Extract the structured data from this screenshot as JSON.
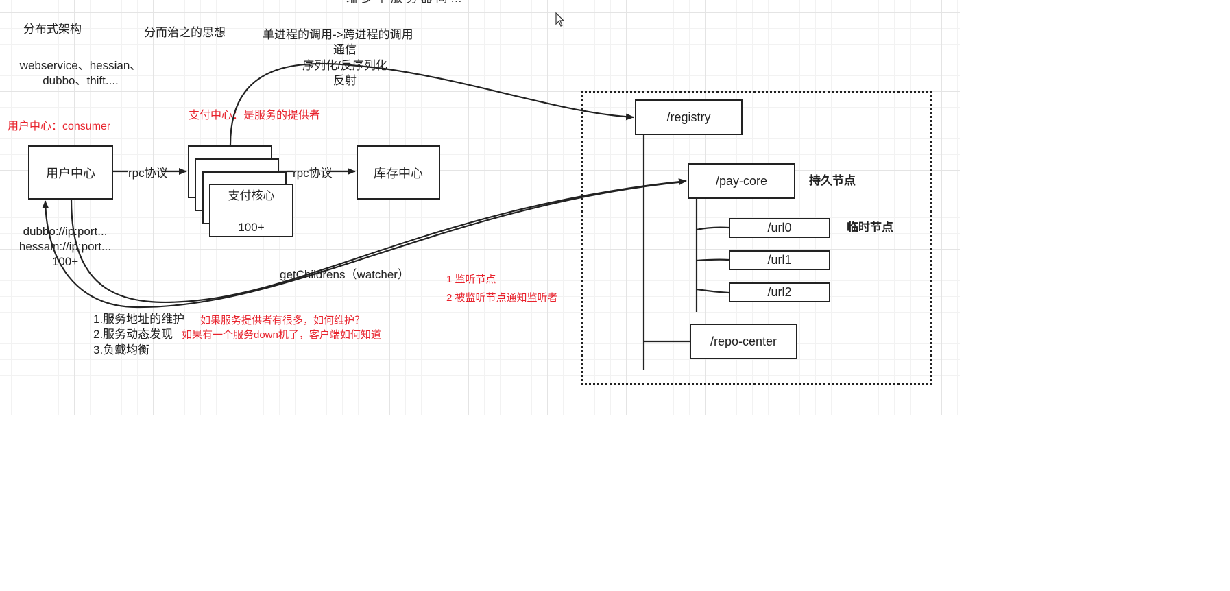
{
  "texts": {
    "top_cut": "插 ",
    "distributed_arch": "分布式架构",
    "divide_conquer": "分而治之的思想",
    "single_to_cross": "单进程的调用->跨进程的调用",
    "comm": "通信",
    "serialize": "序列化/反序列化",
    "reflect": "反射",
    "frameworks_line1": "webservice、hessian、",
    "frameworks_line2": "dubbo、thift....",
    "user_center_consumer": "用户中心：consumer",
    "pay_center_provider": "支付中心：是服务的提供者",
    "rpc1": "rpc协议",
    "rpc2": "rpc协议",
    "addr_line1": "dubbo://ip:port...",
    "addr_line2": "hessain://ip:port...",
    "addr_line3": "100+",
    "get_children": "getChildrens（watcher）",
    "watch1": "1 监听节点",
    "watch2": "2 被监听节点通知监听者",
    "issue1": "1.服务地址的维护",
    "issue1_q": "如果服务提供者有很多，如何维护？",
    "issue2": "2.服务动态发现",
    "issue2_q": "如果有一个服务down机了，客户端如何知道",
    "issue3": "3.负载均衡",
    "persistent_node": "持久节点",
    "temp_node": "临时节点"
  },
  "boxes": {
    "user_center": "用户中心",
    "pay_core": "支付核心",
    "pay_core_count": "100+",
    "stock_center": "库存中心",
    "registry": "/registry",
    "pay_core_node": "/pay-core",
    "url0": "/url0",
    "url1": "/url1",
    "url2": "/url2",
    "repo_center": "/repo-center"
  },
  "colors": {
    "stroke": "#222222",
    "annotation_red": "#e8232d"
  },
  "icons": {
    "cursor": "mouse-pointer-icon"
  }
}
